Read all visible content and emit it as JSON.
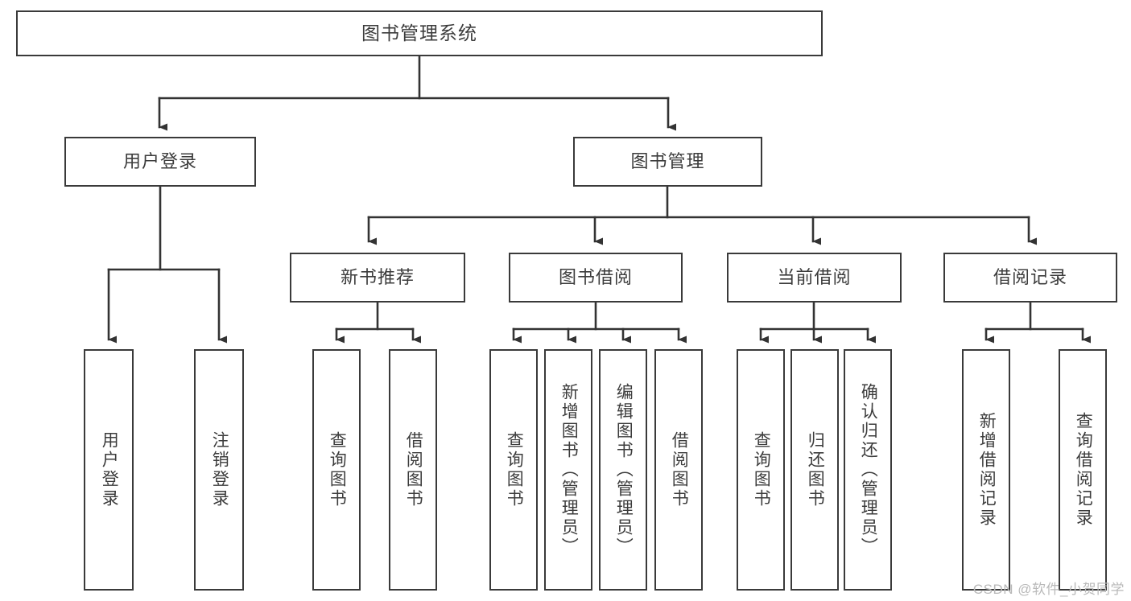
{
  "diagram": {
    "title": "图书管理系统",
    "watermark": "CSDN @软件_小贺同学",
    "colors": {
      "stroke": "#3a3a3a",
      "text": "#3c3c3c",
      "background": "#ffffff",
      "watermark": "#b9b9b9"
    },
    "root": {
      "label": "图书管理系统"
    },
    "level2": [
      {
        "label": "用户登录"
      },
      {
        "label": "图书管理"
      }
    ],
    "level3": [
      {
        "label": "新书推荐"
      },
      {
        "label": "图书借阅"
      },
      {
        "label": "当前借阅"
      },
      {
        "label": "借阅记录"
      }
    ],
    "leaves": {
      "user_login": [
        {
          "label": "用户登录"
        },
        {
          "label": "注销登录"
        }
      ],
      "new_book": [
        {
          "label": "查询图书"
        },
        {
          "label": "借阅图书"
        }
      ],
      "book_borrow": [
        {
          "label": "查询图书"
        },
        {
          "label": "新增图书（管理员）"
        },
        {
          "label": "编辑图书（管理员）"
        },
        {
          "label": "借阅图书"
        }
      ],
      "current_borrow": [
        {
          "label": "查询图书"
        },
        {
          "label": "归还图书"
        },
        {
          "label": "确认归还（管理员）"
        }
      ],
      "borrow_record": [
        {
          "label": "新增借阅记录"
        },
        {
          "label": "查询借阅记录"
        }
      ]
    }
  }
}
